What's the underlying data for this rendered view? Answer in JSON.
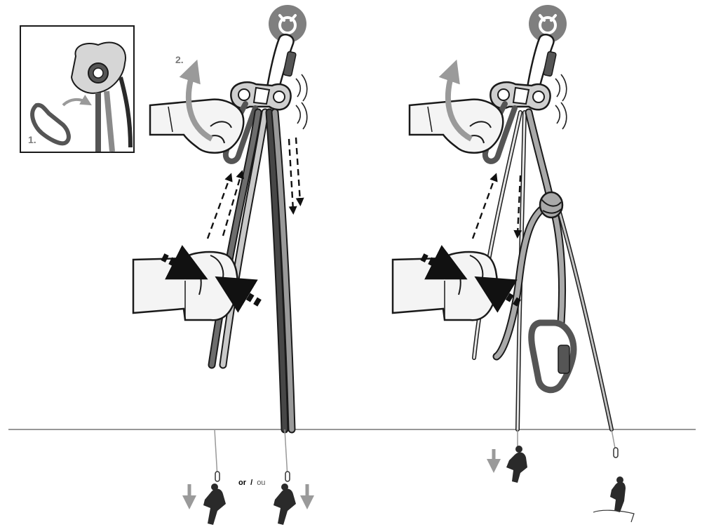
{
  "inset": {
    "step1": "1.",
    "step2": "2."
  },
  "separator": {
    "or": "or",
    "slash": "/",
    "ou": "ou"
  },
  "icons": [
    "anchor-icon-left",
    "anchor-icon-right"
  ],
  "colors": {
    "ink": "#1a1a1a",
    "rope_gray": "#8a8a8a",
    "rope_dark": "#4a4a4a",
    "badge": "#7f7f7f",
    "arrow_gray": "#9a9a9a",
    "glove": "#f4f4f4"
  }
}
